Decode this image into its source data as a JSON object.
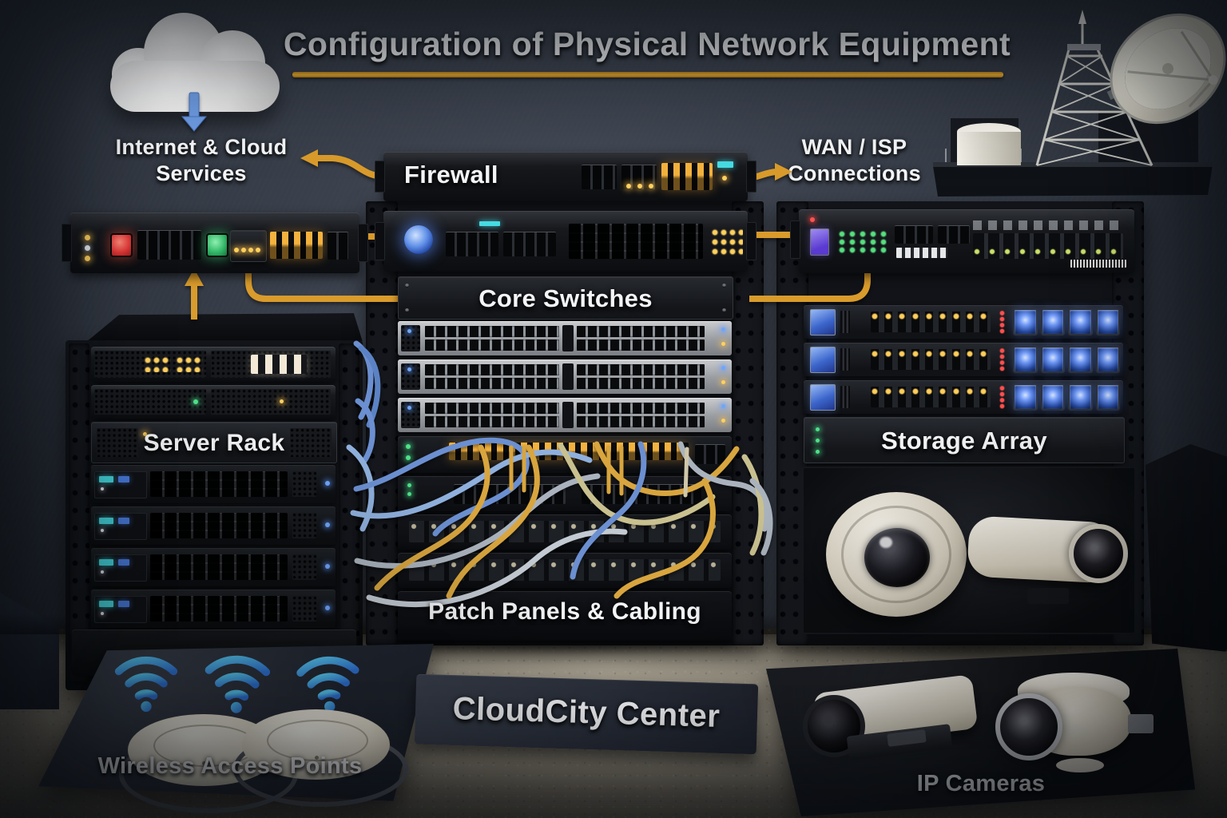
{
  "title": "Configuration of Physical Network Equipment",
  "labels": {
    "internet": "Internet & Cloud Services",
    "wan": "WAN / ISP Connections",
    "firewall": "Firewall",
    "core_switches": "Core Switches",
    "server_rack": "Server Rack",
    "storage_array": "Storage Array",
    "patch_panels": "Patch Panels & Cabling",
    "site": "CloudCity Center",
    "wireless_aps": "Wireless Access Points",
    "ip_cameras": "IP Cameras"
  },
  "hardware": {
    "core_switch_units": 3,
    "storage_shelves": 3,
    "drive_bays_per_shelf": 4,
    "access_points": 2,
    "wifi_signals": 3,
    "mat_cameras": 2,
    "rack_cameras": 2
  },
  "icons": {
    "cloud": "cloud-icon",
    "down_arrow": "down-arrow-icon",
    "satellite_tower": "satellite-dish-tower-icon",
    "wifi": "wifi-signal-icon"
  },
  "colors": {
    "accent_gold": "#D99B2B",
    "arrow_blue": "#6F9EE6",
    "wifi_blue": "#3FA9F1",
    "led_amber": "#FFD15E",
    "led_green": "#4FE08A",
    "led_red": "#FF5252",
    "drive_bay_blue": "#6E97F5",
    "display_cyan": "#46DBE2",
    "power_button_red": "#E03535",
    "power_button_green": "#2FB565",
    "cable_blue": "#6B8FD0",
    "cable_gray": "#AAB3BD",
    "cable_yellow": "#D8A53E",
    "wall": "#363C46",
    "floor": "#8B8577"
  }
}
